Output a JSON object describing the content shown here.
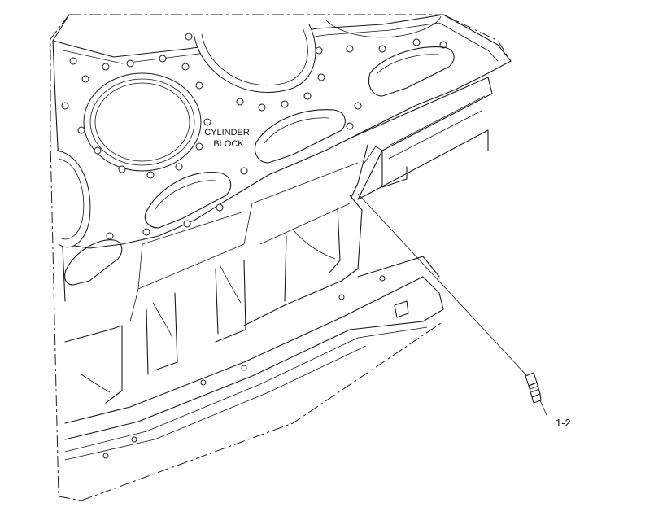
{
  "labels": {
    "block_line1": "CYLINDER",
    "block_line2": "BLOCK",
    "callout": "1-2"
  },
  "colors": {
    "line": "#1a1a1a",
    "background": "#ffffff"
  }
}
